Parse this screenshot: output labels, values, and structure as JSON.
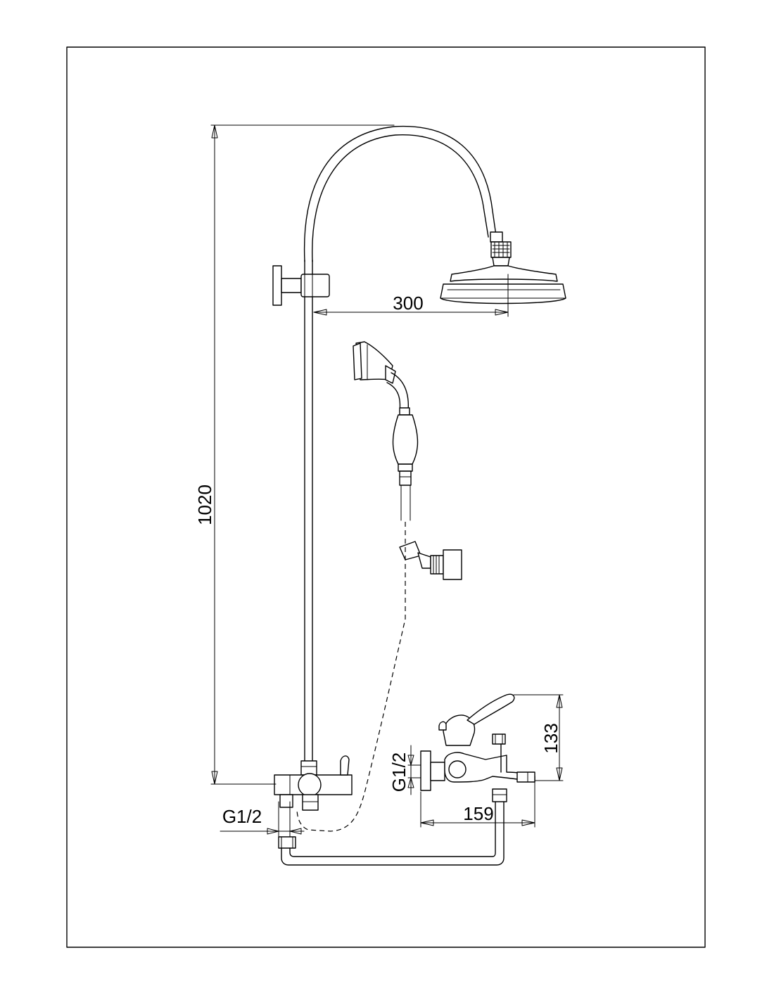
{
  "dimensions": {
    "overall_height": "1020",
    "head_reach": "300",
    "inlet_thread_left": "G1/2",
    "inlet_thread_right": "G1/2",
    "mixer_depth": "159",
    "mixer_height": "133"
  },
  "colors": {
    "line": "#000000",
    "background": "#ffffff"
  }
}
